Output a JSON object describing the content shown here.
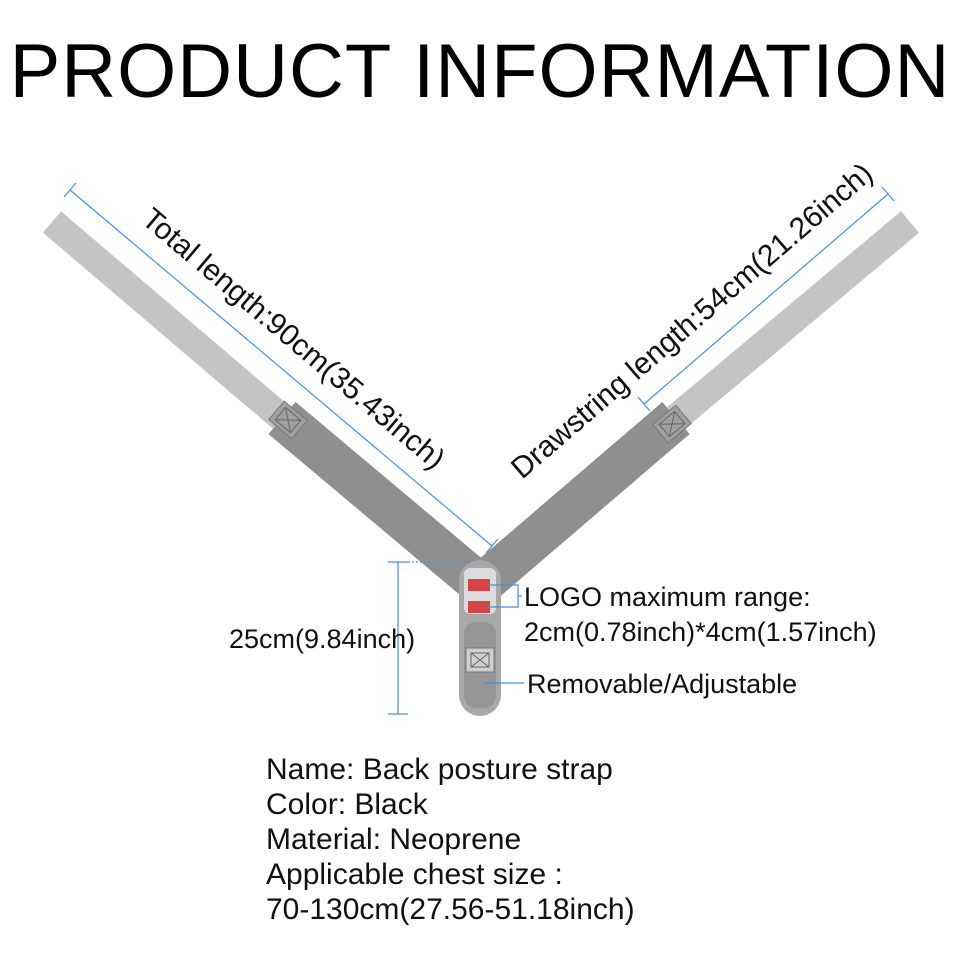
{
  "title": "PRODUCT INFORMATION",
  "dimensions": {
    "total_length": "Total length:90cm(35.43inch)",
    "drawstring_length": "Drawstring length:54cm(21.26inch)",
    "height": "25cm(9.84inch)",
    "logo_range_line1": "LOGO maximum range:",
    "logo_range_line2": "2cm(0.78inch)*4cm(1.57inch)",
    "removable": "Removable/Adjustable"
  },
  "specs": {
    "name": "Name: Back posture strap",
    "color": "Color: Black",
    "material": "Material: Neoprene",
    "chest_size_label": "Applicable chest size :",
    "chest_size_value": "70-130cm(27.56-51.18inch)"
  },
  "colors": {
    "strap_dark": "#8a8a8a",
    "strap_light": "#c4c4c4",
    "logo_mark": "#d64545",
    "measure_line": "#4a90d9"
  },
  "icons": {
    "buckle": "buckle-icon",
    "velcro_patch": "velcro-patch-icon"
  }
}
